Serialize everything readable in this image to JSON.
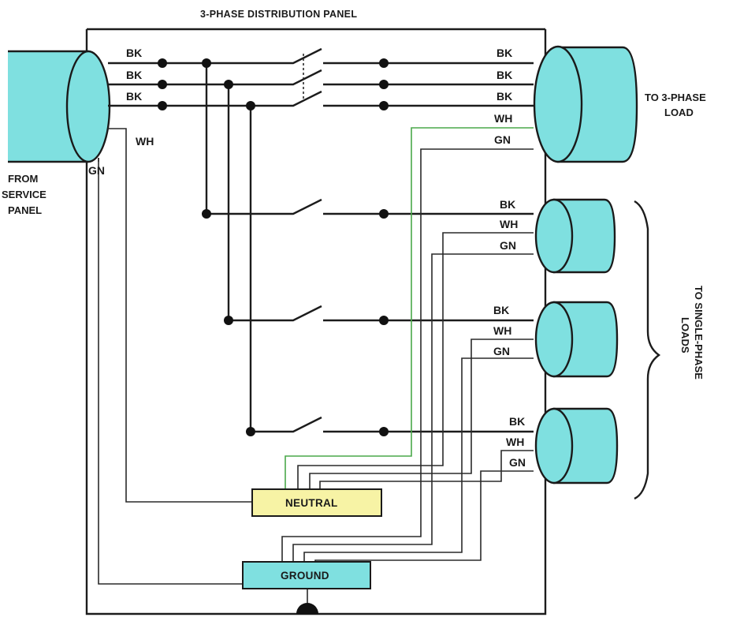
{
  "diagram": {
    "title": "3-PHASE DISTRIBUTION PANEL",
    "labels": {
      "from_service_line1": "FROM",
      "from_service_line2": "SERVICE",
      "from_service_line3": "PANEL",
      "to_three_phase_line1": "TO 3-PHASE",
      "to_three_phase_line2": "LOAD",
      "to_single_phase_line1": "TO SINGLE-PHASE",
      "to_single_phase_line2": "LOADS"
    },
    "bars": {
      "neutral": "NEUTRAL",
      "ground": "GROUND"
    },
    "colors": {
      "cable": "#7fe0e0",
      "neutral_bar": "#f7f3a5",
      "ground_bar": "#7fe0e0",
      "green_wire": "#4aa84a"
    },
    "wire_labels": {
      "input_bk1": "BK",
      "input_bk2": "BK",
      "input_bk3": "BK",
      "input_wh": "WH",
      "input_gn": "GN",
      "out3_bk1": "BK",
      "out3_bk2": "BK",
      "out3_bk3": "BK",
      "out3_wh": "WH",
      "out3_gn": "GN",
      "load1_bk": "BK",
      "load1_wh": "WH",
      "load1_gn": "GN",
      "load2_bk": "BK",
      "load2_wh": "WH",
      "load2_gn": "GN",
      "load3_bk": "BK",
      "load3_wh": "WH",
      "load3_gn": "GN"
    }
  }
}
